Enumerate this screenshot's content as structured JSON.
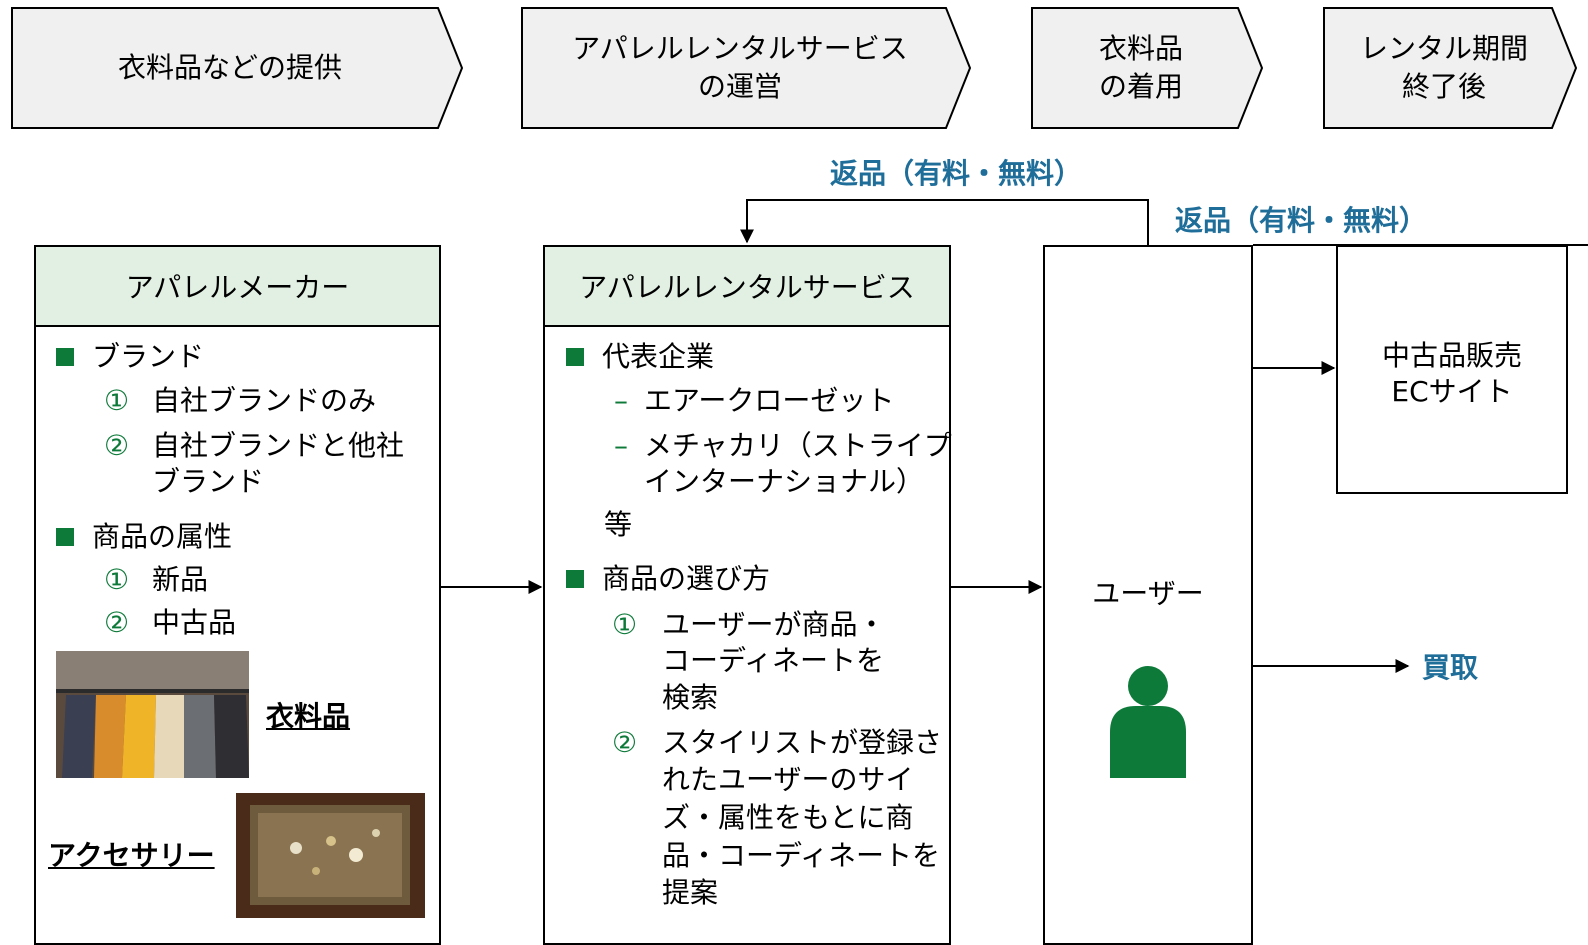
{
  "chevrons": [
    "衣料品などの提供",
    "アパレルレンタルサービス\nの運営",
    "衣料品\nの着用",
    "レンタル期間\n終了後"
  ],
  "maker": {
    "header": "アパレルメーカー",
    "brand_label": "ブランド",
    "brand_items": [
      {
        "num": "①",
        "text": "自社ブランドのみ"
      },
      {
        "num": "②",
        "text": "自社ブランドと他社"
      }
    ],
    "brand_item2_cont": "ブランド",
    "attr_label": "商品の属性",
    "attr_items": [
      {
        "num": "①",
        "text": "新品"
      },
      {
        "num": "②",
        "text": "中古品"
      }
    ],
    "clothing_label": "衣料品",
    "accessory_label": "アクセサリー"
  },
  "rental": {
    "header": "アパレルレンタルサービス",
    "rep_label": "代表企業",
    "companies": [
      {
        "dash": "–",
        "text": "エアークローゼット"
      },
      {
        "dash": "–",
        "text": "メチャカリ（ストライプ"
      }
    ],
    "company2_cont": "インターナショナル）",
    "etc": "等",
    "select_label": "商品の選び方",
    "select_items": [
      {
        "num": "①",
        "lines": [
          "ユーザーが商品・",
          "コーディネートを",
          "検索"
        ]
      },
      {
        "num": "②",
        "lines": [
          "スタイリストが登録さ",
          "れたユーザーのサイ",
          "ズ・属性をもとに商",
          "品・コーディネートを",
          "提案"
        ]
      }
    ]
  },
  "user": {
    "label": "ユーザー"
  },
  "secondhand": {
    "label": "中古品販売\nECサイト"
  },
  "returns": {
    "label_top": "返品（有料・無料）",
    "label_right": "返品（有料・無料）"
  },
  "buyback": "買取",
  "colors": {
    "green": "#0e7a3a",
    "header_bg": "#e2f0e4",
    "blue_text": "#1f6e9a",
    "chevron_bg": "#f0f0f0"
  }
}
